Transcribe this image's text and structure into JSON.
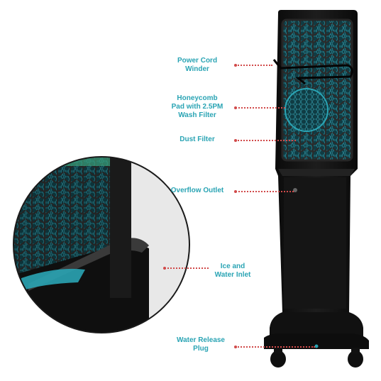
{
  "callouts": {
    "power_cord_winder": [
      "Power Cord",
      "Winder"
    ],
    "honeycomb_pad": [
      "Honeycomb",
      "Pad with 2.5PM",
      "Wash Filter"
    ],
    "dust_filter": [
      "Dust Filter"
    ],
    "overflow_outlet": [
      "Overflow Outlet"
    ],
    "ice_water_inlet": [
      "Ice and",
      "Water Inlet"
    ],
    "water_release_plug": [
      "Water Release",
      "Plug"
    ]
  },
  "colors": {
    "label_text": "#2aa4b4",
    "leader_line": "#d14a4a",
    "body": "#141414",
    "pad": "#1f5f6a"
  }
}
